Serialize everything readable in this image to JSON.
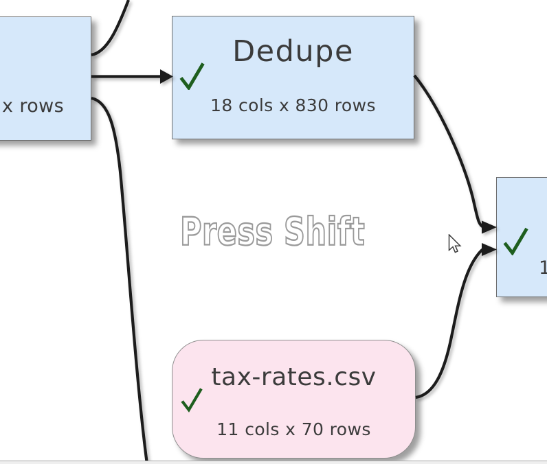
{
  "canvas": {
    "watermark_text": "Press Shift",
    "background": "#ffffff"
  },
  "colors": {
    "process_node_fill": "#d6e8fa",
    "input_node_fill": "#fce4ee",
    "node_border": "#6e6e6e",
    "connector": "#1a1a1a",
    "check_green": "#1e5e1e",
    "text": "#3b3b3b",
    "watermark_outline": "#9a9a9a",
    "canvas_bottom_edge": "#a8a8a8"
  },
  "icons": {
    "status_ok_icon": "✓",
    "cursor_icon": "arrow-pointer"
  },
  "nodes": {
    "left_partial": {
      "subtitle": "x rows"
    },
    "dedupe": {
      "title": "Dedupe",
      "subtitle": "18 cols x 830 rows",
      "status": "ok"
    },
    "right_partial": {
      "subtitle": "1",
      "status": "ok"
    },
    "tax_rates": {
      "title": "tax-rates.csv",
      "subtitle": "11 cols x 70 rows",
      "status": "ok"
    }
  }
}
